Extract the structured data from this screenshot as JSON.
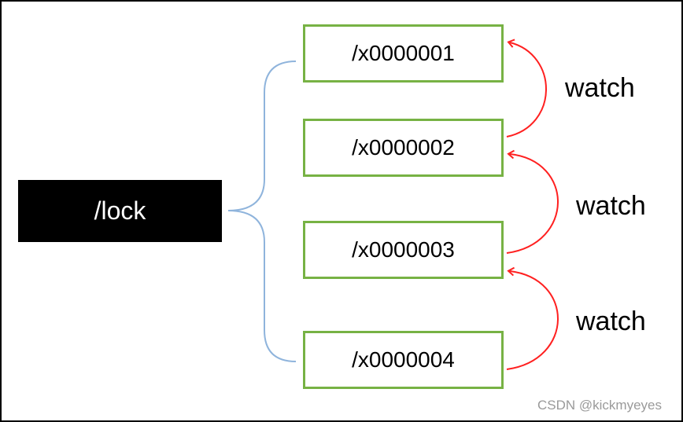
{
  "root": {
    "label": "/lock"
  },
  "nodes": [
    {
      "label": "/x0000001"
    },
    {
      "label": "/x0000002"
    },
    {
      "label": "/x0000003"
    },
    {
      "label": "/x0000004"
    }
  ],
  "watch_labels": [
    "watch",
    "watch",
    "watch"
  ],
  "credit": "CSDN @kickmyeyes",
  "colors": {
    "root_bg": "#000000",
    "node_border": "#77b244",
    "brace": "#8fb4dc",
    "watch_arrow": "#ff2020"
  }
}
